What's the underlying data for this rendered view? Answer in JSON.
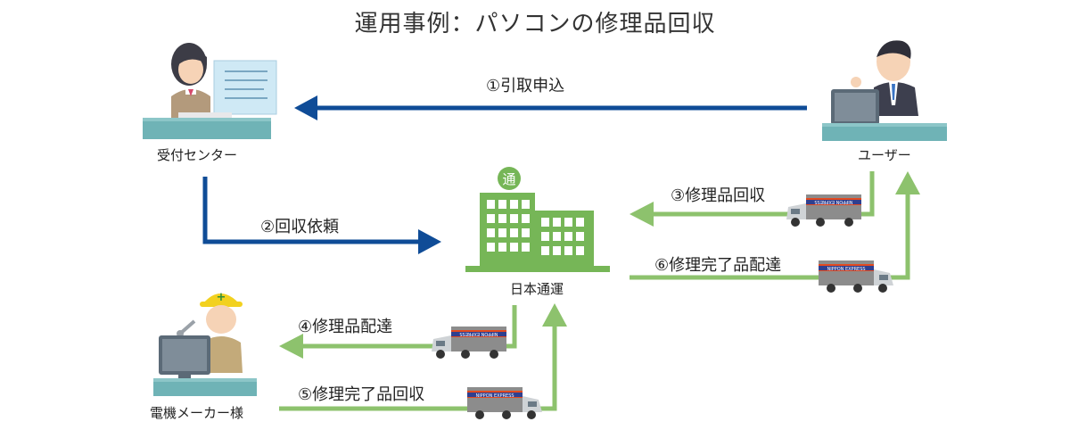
{
  "title": "運用事例：パソコンの修理品回収",
  "nodes": {
    "reception": "受付センター",
    "user": "ユーザー",
    "nippon_express": "日本通運",
    "manufacturer": "電機メーカー様"
  },
  "steps": {
    "s1": "①引取申込",
    "s2": "②回収依頼",
    "s3": "③修理品回収",
    "s4": "④修理品配達",
    "s5": "⑤修理完了品回収",
    "s6": "⑥修理完了品配達"
  },
  "truck_text": "NIPPON EXPRESS",
  "building_mark": "通",
  "colors": {
    "blue_arrow": "#0f4c97",
    "green_arrow": "#8dc26d",
    "building": "#76b657",
    "desk": "#6fb3b6"
  }
}
